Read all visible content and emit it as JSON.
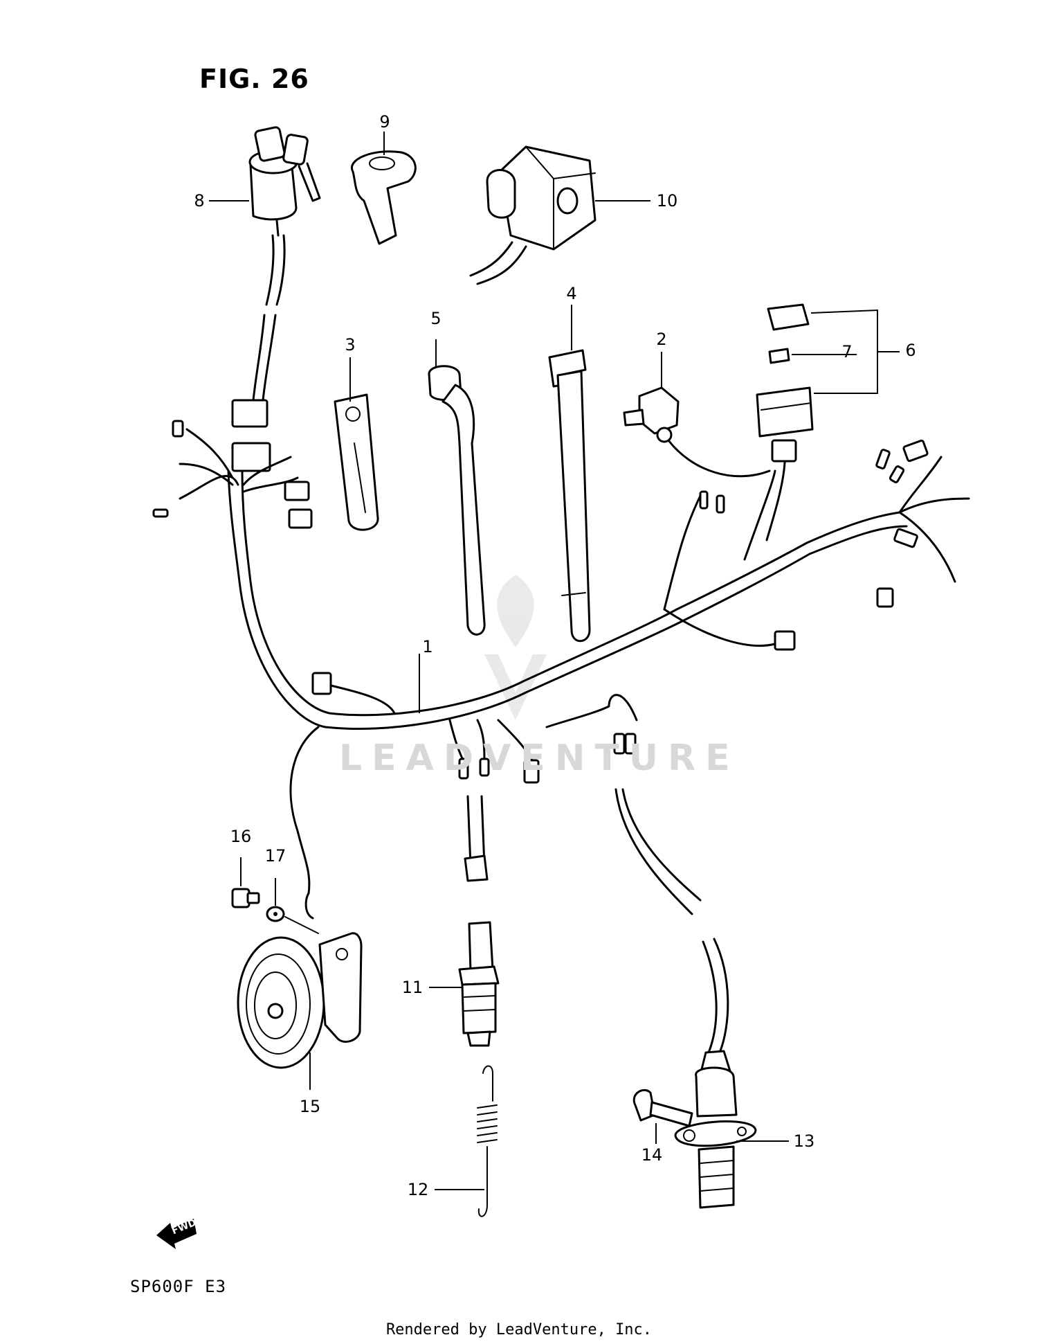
{
  "figure": {
    "title": "FIG. 26"
  },
  "callouts": [
    {
      "id": "1",
      "text": "1"
    },
    {
      "id": "2",
      "text": "2"
    },
    {
      "id": "3",
      "text": "3"
    },
    {
      "id": "4",
      "text": "4"
    },
    {
      "id": "5",
      "text": "5"
    },
    {
      "id": "6",
      "text": "6"
    },
    {
      "id": "7",
      "text": "7"
    },
    {
      "id": "8",
      "text": "8"
    },
    {
      "id": "9",
      "text": "9"
    },
    {
      "id": "10",
      "text": "10"
    },
    {
      "id": "11",
      "text": "11"
    },
    {
      "id": "12",
      "text": "12"
    },
    {
      "id": "13",
      "text": "13"
    },
    {
      "id": "14",
      "text": "14"
    },
    {
      "id": "15",
      "text": "15"
    },
    {
      "id": "16",
      "text": "16"
    },
    {
      "id": "17",
      "text": "17"
    }
  ],
  "fwd_label": "FWD",
  "model_code": "SP600F  E3",
  "watermark": "LEADVENTURE",
  "footer": "Rendered by LeadVenture, Inc."
}
